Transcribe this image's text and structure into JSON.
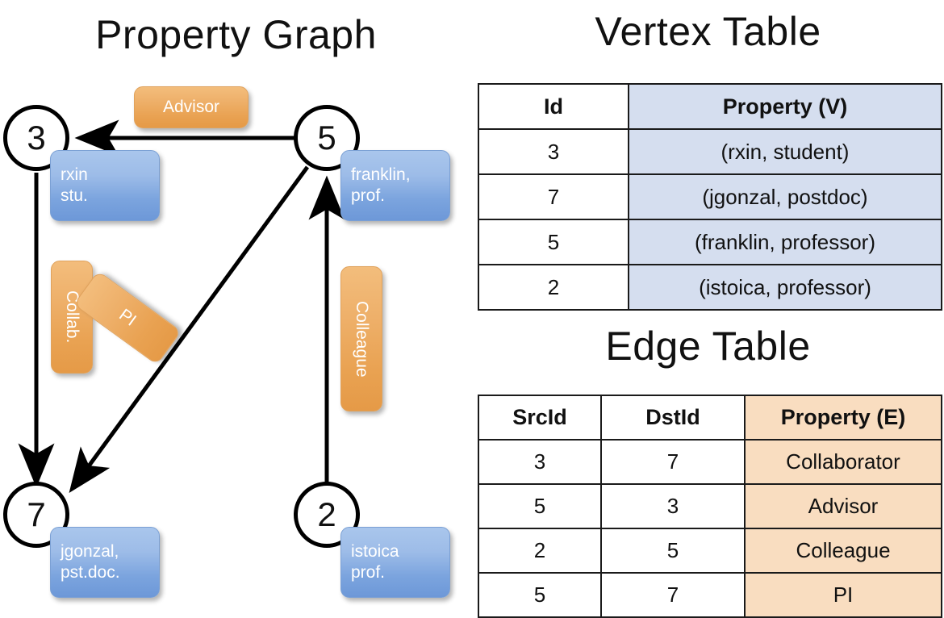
{
  "titles": {
    "property_graph": "Property Graph",
    "vertex_table": "Vertex Table",
    "edge_table": "Edge Table"
  },
  "graph": {
    "vertices": [
      {
        "id": "3",
        "property": "rxin\nstu."
      },
      {
        "id": "5",
        "property": "franklin,\nprof."
      },
      {
        "id": "7",
        "property": "jgonzal,\npst.doc."
      },
      {
        "id": "2",
        "property": "istoica\nprof."
      }
    ],
    "vertex_labels": {
      "v3_line1": "rxin",
      "v3_line2": "stu.",
      "v5_line1": "franklin,",
      "v5_line2": "prof.",
      "v7_line1": "jgonzal,",
      "v7_line2": "pst.doc.",
      "v2_line1": "istoica",
      "v2_line2": "prof."
    },
    "edge_labels": {
      "advisor": "Advisor",
      "collab": "Collab.",
      "pi": "PI",
      "colleague": "Colleague"
    },
    "edges": [
      {
        "src": "5",
        "dst": "3",
        "label": "Advisor"
      },
      {
        "src": "3",
        "dst": "7",
        "label": "Collab."
      },
      {
        "src": "5",
        "dst": "7",
        "label": "PI"
      },
      {
        "src": "2",
        "dst": "5",
        "label": "Colleague"
      }
    ],
    "colors": {
      "vertex_box_top": "#a9c6ec",
      "vertex_box_bottom": "#6d98d8",
      "edge_box_top": "#f3bd7c",
      "edge_box_bottom": "#e59a47",
      "stroke": "#000000"
    }
  },
  "vertex_table": {
    "columns": [
      "Id",
      "Property (V)"
    ],
    "rows": [
      {
        "id": "3",
        "property": "(rxin, student)"
      },
      {
        "id": "7",
        "property": "(jgonzal, postdoc)"
      },
      {
        "id": "5",
        "property": "(franklin, professor)"
      },
      {
        "id": "2",
        "property": "(istoica, professor)"
      }
    ],
    "property_cell_color": "#d5deef"
  },
  "edge_table": {
    "columns": [
      "SrcId",
      "DstId",
      "Property (E)"
    ],
    "rows": [
      {
        "src": "3",
        "dst": "7",
        "property": "Collaborator"
      },
      {
        "src": "5",
        "dst": "3",
        "property": "Advisor"
      },
      {
        "src": "2",
        "dst": "5",
        "property": "Colleague"
      },
      {
        "src": "5",
        "dst": "7",
        "property": "PI"
      }
    ],
    "property_cell_color": "#f9ddc0"
  }
}
